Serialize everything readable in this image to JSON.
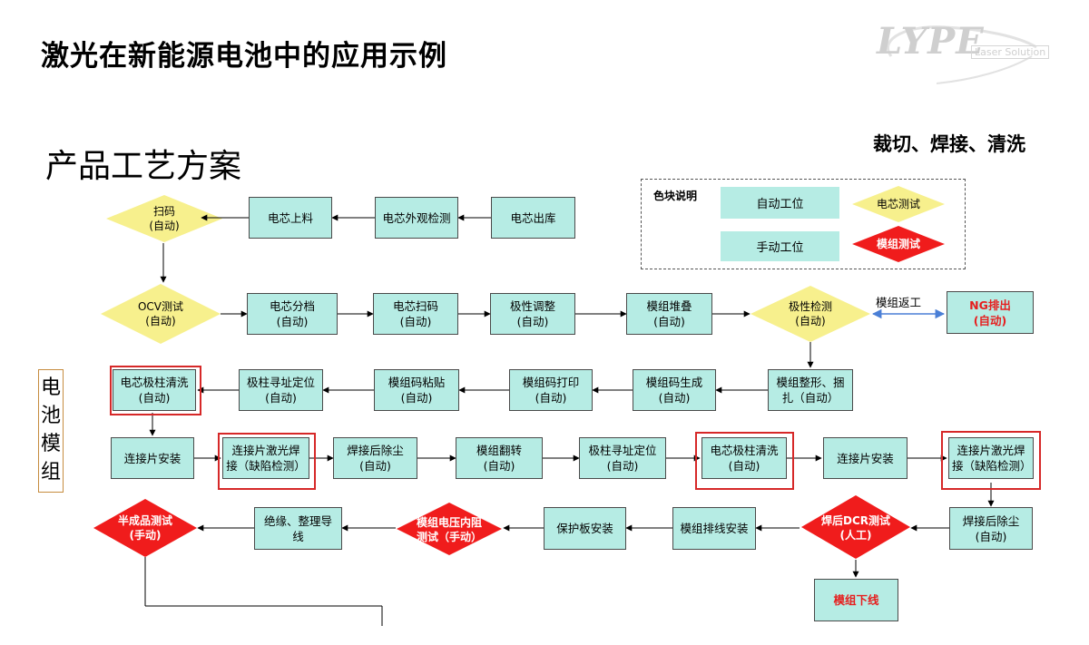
{
  "header": {
    "title": "激光在新能源电池中的应用示例",
    "subtitle": "产品工艺方案",
    "process_label": "裁切、焊接、清洗",
    "logo_text": "LYPE",
    "logo_subtext": "Laser Solution"
  },
  "legend": {
    "title": "色块说明",
    "auto_station": "自动工位",
    "manual_station": "手动工位",
    "cell_test": "电芯测试",
    "module_test": "模组测试"
  },
  "section_label": "电\n池\n模\n组",
  "rework_label": "模组返工",
  "colors": {
    "station_fill": "#b6ece4",
    "cell_test_fill": "#f7f08d",
    "module_test_fill": "#f01c1c",
    "frame_red": "#d62828",
    "rework_arrow": "#4a7fd6"
  },
  "row1": {
    "cell_out": "电芯出库",
    "cell_inspect": "电芯外观检测",
    "cell_load": "电芯上料",
    "scan": "扫码\n(自动)"
  },
  "row2": {
    "ocv": "OCV测试\n(自动)",
    "grading": "电芯分档\n(自动)",
    "cell_scan": "电芯扫码\n(自动)",
    "polarity_adjust": "极性调整\n(自动)",
    "stacking": "模组堆叠\n(自动)",
    "polarity_check": "极性检测\n(自动)",
    "ng_out": "NG排出\n(自动)"
  },
  "row3": {
    "shaping": "模组整形、捆\n扎（自动）",
    "code_gen": "模组码生成\n(自动)",
    "code_print": "模组码打印\n(自动)",
    "code_paste": "模组码粘贴\n(自动)",
    "pole_locate": "极柱寻址定位\n(自动)",
    "pole_clean": "电芯极柱清洗\n(自动)"
  },
  "row4": {
    "connector_install_1": "连接片安装",
    "laser_weld_1": "连接片激光焊\n接（缺陷检测）",
    "dust_removal_1": "焊接后除尘\n(自动)",
    "flip": "模组翻转\n(自动)",
    "pole_locate_2": "极柱寻址定位\n(自动)",
    "pole_clean_2": "电芯极柱清洗\n(自动)",
    "connector_install_2": "连接片安装",
    "laser_weld_2": "连接片激光焊\n接（缺陷检测）"
  },
  "row5": {
    "dust_removal_2": "焊接后除尘\n(自动)",
    "dcr_test": "焊后DCR测试\n(人工)",
    "harness_install": "模组排线安装",
    "board_install": "保护板安装",
    "voltage_test": "模组电压内阻\n测试（手动）",
    "insulation": "绝缘、整理导\n线",
    "semi_test": "半成品测试\n(手动)",
    "offline": "模组下线"
  }
}
